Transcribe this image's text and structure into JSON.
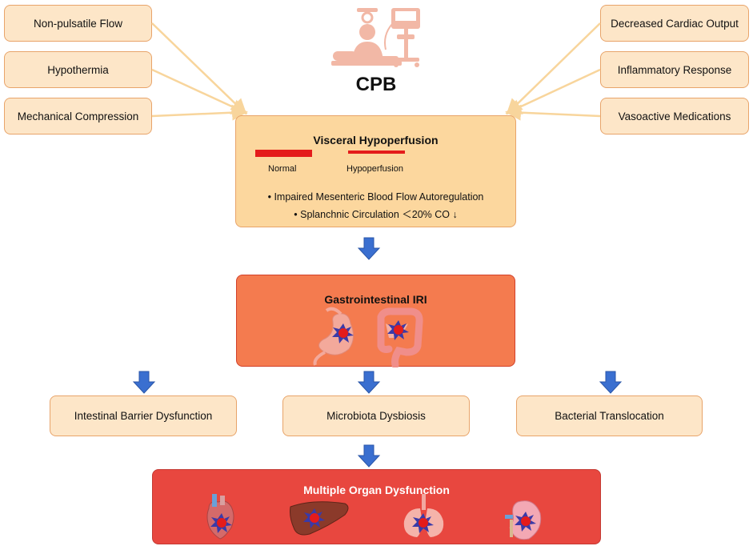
{
  "causes_left": [
    "Non-pulsatile Flow",
    "Hypothermia",
    "Mechanical Compression"
  ],
  "causes_right": [
    "Decreased Cardiac Output",
    "Inflammatory Response",
    "Vasoactive Medications"
  ],
  "center_title": "CPB",
  "visceral": {
    "title": "Visceral Hypoperfusion",
    "normal_label": "Normal",
    "hypo_label": "Hypoperfusion",
    "bullet1": "• Impaired Mesenteric Blood Flow Autoregulation",
    "bullet2": "• Splanchnic Circulation ＜20% CO ↓"
  },
  "gi": {
    "title": "Gastrointestinal IRI"
  },
  "consequences": [
    "Intestinal Barrier Dysfunction",
    "Microbiota Dysbiosis",
    "Bacterial Translocation"
  ],
  "mod": {
    "title": "Multiple Organ Dysfunction"
  },
  "colors": {
    "cause_fill": "#fde6c8",
    "visceral_fill": "#fcd79e",
    "gi_fill": "#f47b4f",
    "mod_fill": "#e8473f",
    "arrow_blue": "#3a6fd0",
    "connector": "#f8d59c",
    "bar_red": "#e41b1b"
  },
  "icons": [
    "surgeon-icon",
    "ventilator-icon",
    "stomach-icon",
    "colon-icon",
    "heart-icon",
    "liver-icon",
    "lungs-icon",
    "kidney-icon"
  ]
}
